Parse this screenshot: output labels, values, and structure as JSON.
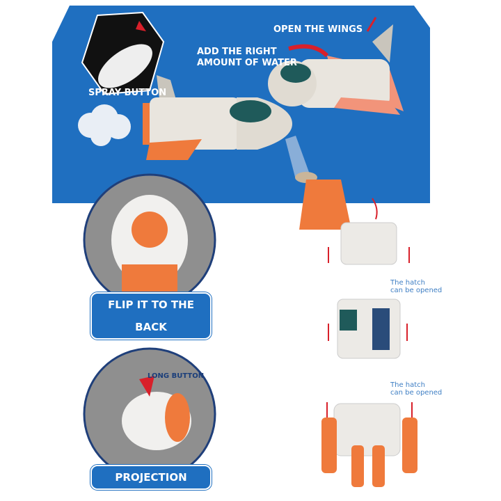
{
  "labels": {
    "open_wings": "OPEN THE WINGS",
    "add_water_line1": "ADD THE RIGHT",
    "add_water_line2": "AMOUNT OF WATER",
    "spray_button": "SPRAY BUTTON",
    "flip_back": "FLIP IT TO THE BACK",
    "long_button": "LONG BUTTON",
    "projection": "PROJECTION",
    "hatch_1_line1": "The hatch",
    "hatch_1_line2": "can be opened",
    "hatch_2_line1": "The hatch",
    "hatch_2_line2": "can be opened"
  },
  "colors": {
    "panel_blue": "#1f6fc0",
    "toy_orange": "#ef7a3c",
    "arrow_red": "#d8202a"
  }
}
